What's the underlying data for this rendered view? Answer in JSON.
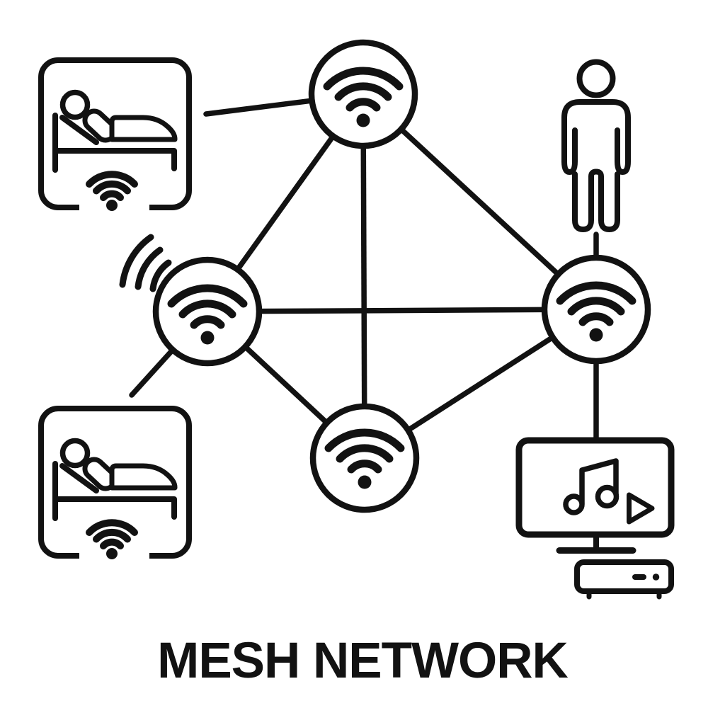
{
  "title": "MESH NETWORK",
  "colors": {
    "ink": "#121212",
    "background": "#ffffff"
  },
  "diagram": {
    "type": "mesh-network-topology",
    "nodes": [
      {
        "id": "node-top",
        "icon": "wifi-icon"
      },
      {
        "id": "node-left",
        "icon": "wifi-icon"
      },
      {
        "id": "node-right",
        "icon": "wifi-icon"
      },
      {
        "id": "node-bottom",
        "icon": "wifi-icon"
      }
    ],
    "edges": [
      {
        "from": "node-top",
        "to": "node-left"
      },
      {
        "from": "node-top",
        "to": "node-right"
      },
      {
        "from": "node-top",
        "to": "node-bottom"
      },
      {
        "from": "node-left",
        "to": "node-right"
      },
      {
        "from": "node-left",
        "to": "node-bottom"
      },
      {
        "from": "node-right",
        "to": "node-bottom"
      }
    ],
    "devices": [
      {
        "id": "smart-bed-upper",
        "icon": "patient-in-bed-icon",
        "linked_node": "node-top"
      },
      {
        "id": "smart-bed-lower",
        "icon": "patient-in-bed-icon",
        "linked_node": "node-left"
      },
      {
        "id": "person",
        "icon": "person-icon",
        "linked_node": "node-right"
      },
      {
        "id": "media-player",
        "icon": "tv-media-player-icon",
        "linked_node": "node-right"
      }
    ],
    "extras": [
      {
        "id": "signal-waves",
        "icon": "radio-waves-icon",
        "near": "node-left"
      }
    ]
  }
}
